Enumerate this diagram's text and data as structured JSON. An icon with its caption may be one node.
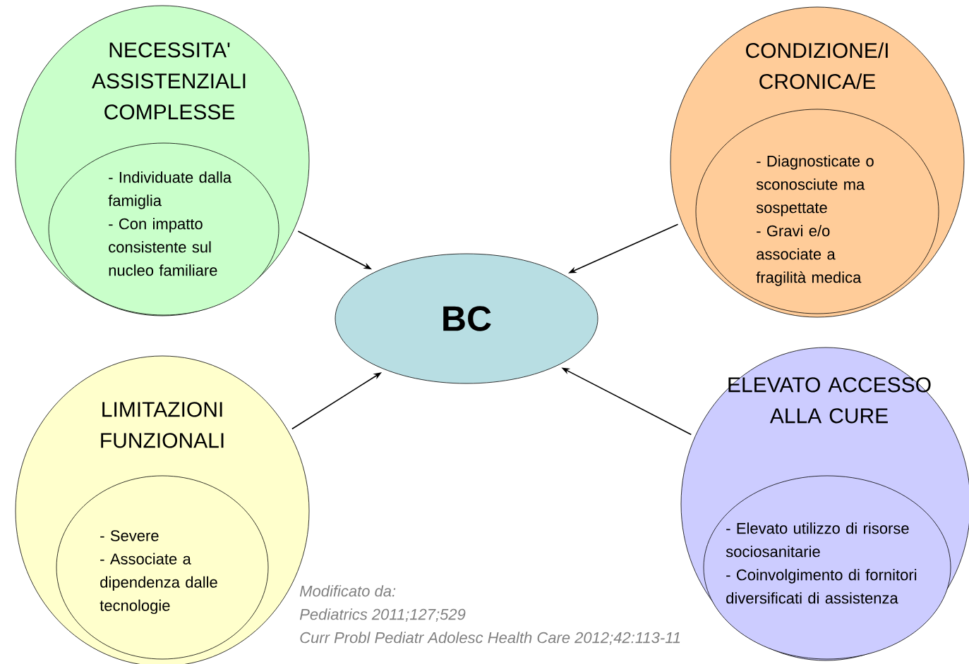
{
  "diagram": {
    "nodes": [
      {
        "text": [
          "NECESSITA' ASSISTENZIALI COMPLESSE"
        ]
      },
      {
        "text": [
          "- Individuate dalla famiglia",
          "- Con impatto consistente sul nucleo familiare"
        ],
        "in": 0
      },
      {
        "text": [
          "CONDIZIONE/I CRONICA/E"
        ]
      },
      {
        "text": [
          "- Diagnosticate o sconosciute ma sospettate",
          "- Gravi e/o associate a fragilità medica"
        ],
        "in": 2
      },
      {
        "text": [
          "BC"
        ]
      },
      {
        "text": [
          "LIMITAZIONI FUNZIONALI"
        ]
      },
      {
        "text": [
          "- Severe",
          "- Associate a dipendenza dalle tecnologie"
        ],
        "in": 5
      },
      {
        "text": [
          "ELEVATO ACCESSO ALLA CURE"
        ]
      },
      {
        "text": [
          "- Elevato utilizzo di risorse sociosanitarie",
          "- Coinvolgimento di fornitori diversificati di assistenza"
        ],
        "in": 7
      }
    ],
    "edges": [
      {
        "from": 0,
        "to": 4,
        "arrow": "to"
      },
      {
        "from": 2,
        "to": 4,
        "arrow": "to"
      },
      {
        "from": 5,
        "to": 4,
        "arrow": "to"
      },
      {
        "from": 7,
        "to": 4,
        "arrow": "to"
      }
    ],
    "labels": [
      "Modificato da:",
      "Pediatrics 2011;127;529",
      "Curr Probl Pediatr Adolesc Health Care 2012;42:113-11"
    ]
  }
}
